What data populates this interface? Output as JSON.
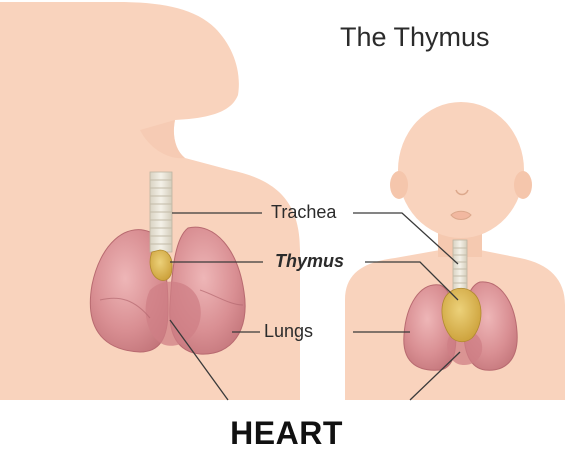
{
  "title": "The Thymus",
  "labels": {
    "trachea": "Trachea",
    "thymus": "Thymus",
    "lungs": "Lungs"
  },
  "caption": "HEART",
  "colors": {
    "skin": "#f9d3bd",
    "lung": "#d98f93",
    "thymus": "#d8b24c",
    "trachea": "#ece8dc",
    "line": "#3a3a3a"
  }
}
